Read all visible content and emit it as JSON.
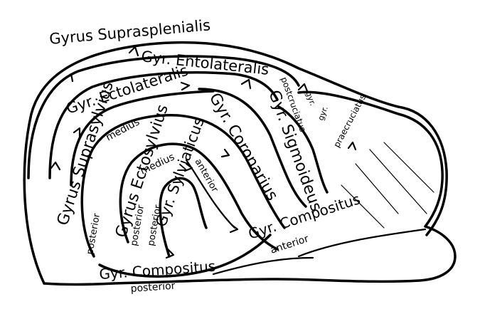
{
  "labels": {
    "suprasplenialis": "Gyrus Suprasplenialis",
    "entolateralis": "Gyr. Entolateralis",
    "ectolateralis": "Gyr. Ectolateralis",
    "coronarius": "Gyr. Coronarius",
    "sigmoideus": "Gyr. Sigmoideus",
    "postcruciatus_1": "gyr.",
    "postcruciatus_2": "postcruciatus",
    "praecruciatus_1": "gyr.",
    "praecruciatus_2": "praecruciatus",
    "suprasylvius": "Gyrus Suprasylvius",
    "suprasylvius_medius": "medius",
    "suprasylvius_posterior": "posterior",
    "ectosylvius": "Gyrus Ectosylvius",
    "ectosylvius_medius": "medius",
    "ectosylvius_posterior": "posterior",
    "sylviaticus": "Gyr. Sylviaticus",
    "sylviaticus_anterior": "anterior",
    "sylviaticus_posterior": "posterior",
    "compositus_anterior": "Gyr. Compositus",
    "compositus_anterior_sub": "anterior",
    "compositus_posterior": "Gyr. Compositus",
    "compositus_posterior_sub": "posterior"
  }
}
